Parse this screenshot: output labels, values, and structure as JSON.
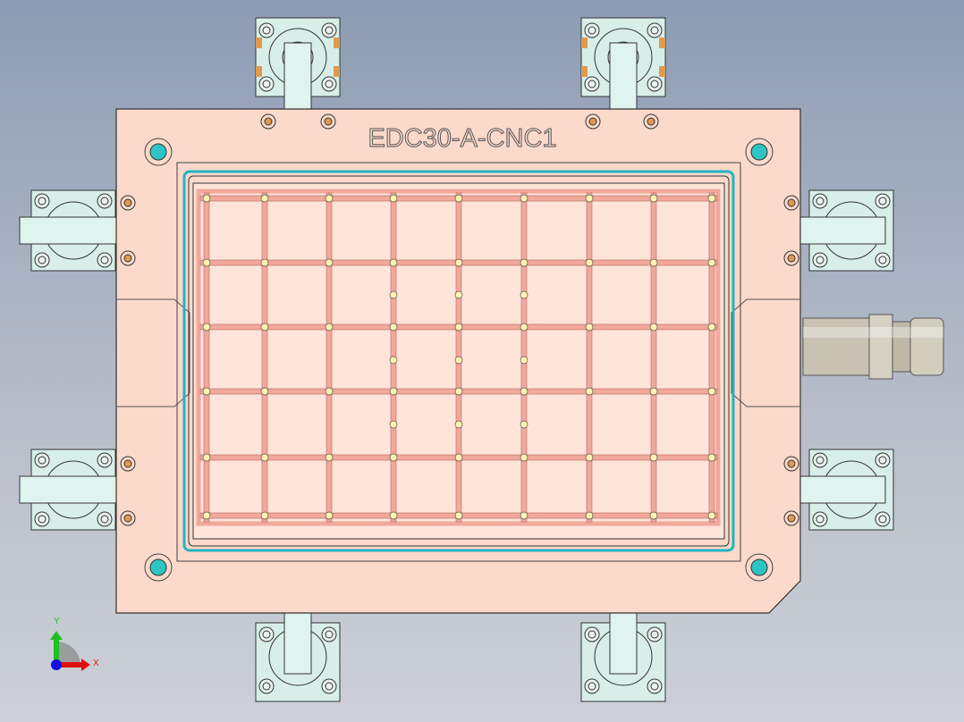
{
  "model": {
    "engraved_label": "EDC30-A-CNC1"
  },
  "colors": {
    "plate": "#fbd9cb",
    "channel": "#f3a89c",
    "seal": "#22b4c0",
    "clamp": "#d8efe9",
    "bolt_accent": "#e09a50",
    "hose": "#c9c4b4"
  },
  "triad": {
    "x_label": "X",
    "y_label": "Y",
    "x_color": "#e01010",
    "y_color": "#20c020",
    "z_color": "#1010e0"
  }
}
